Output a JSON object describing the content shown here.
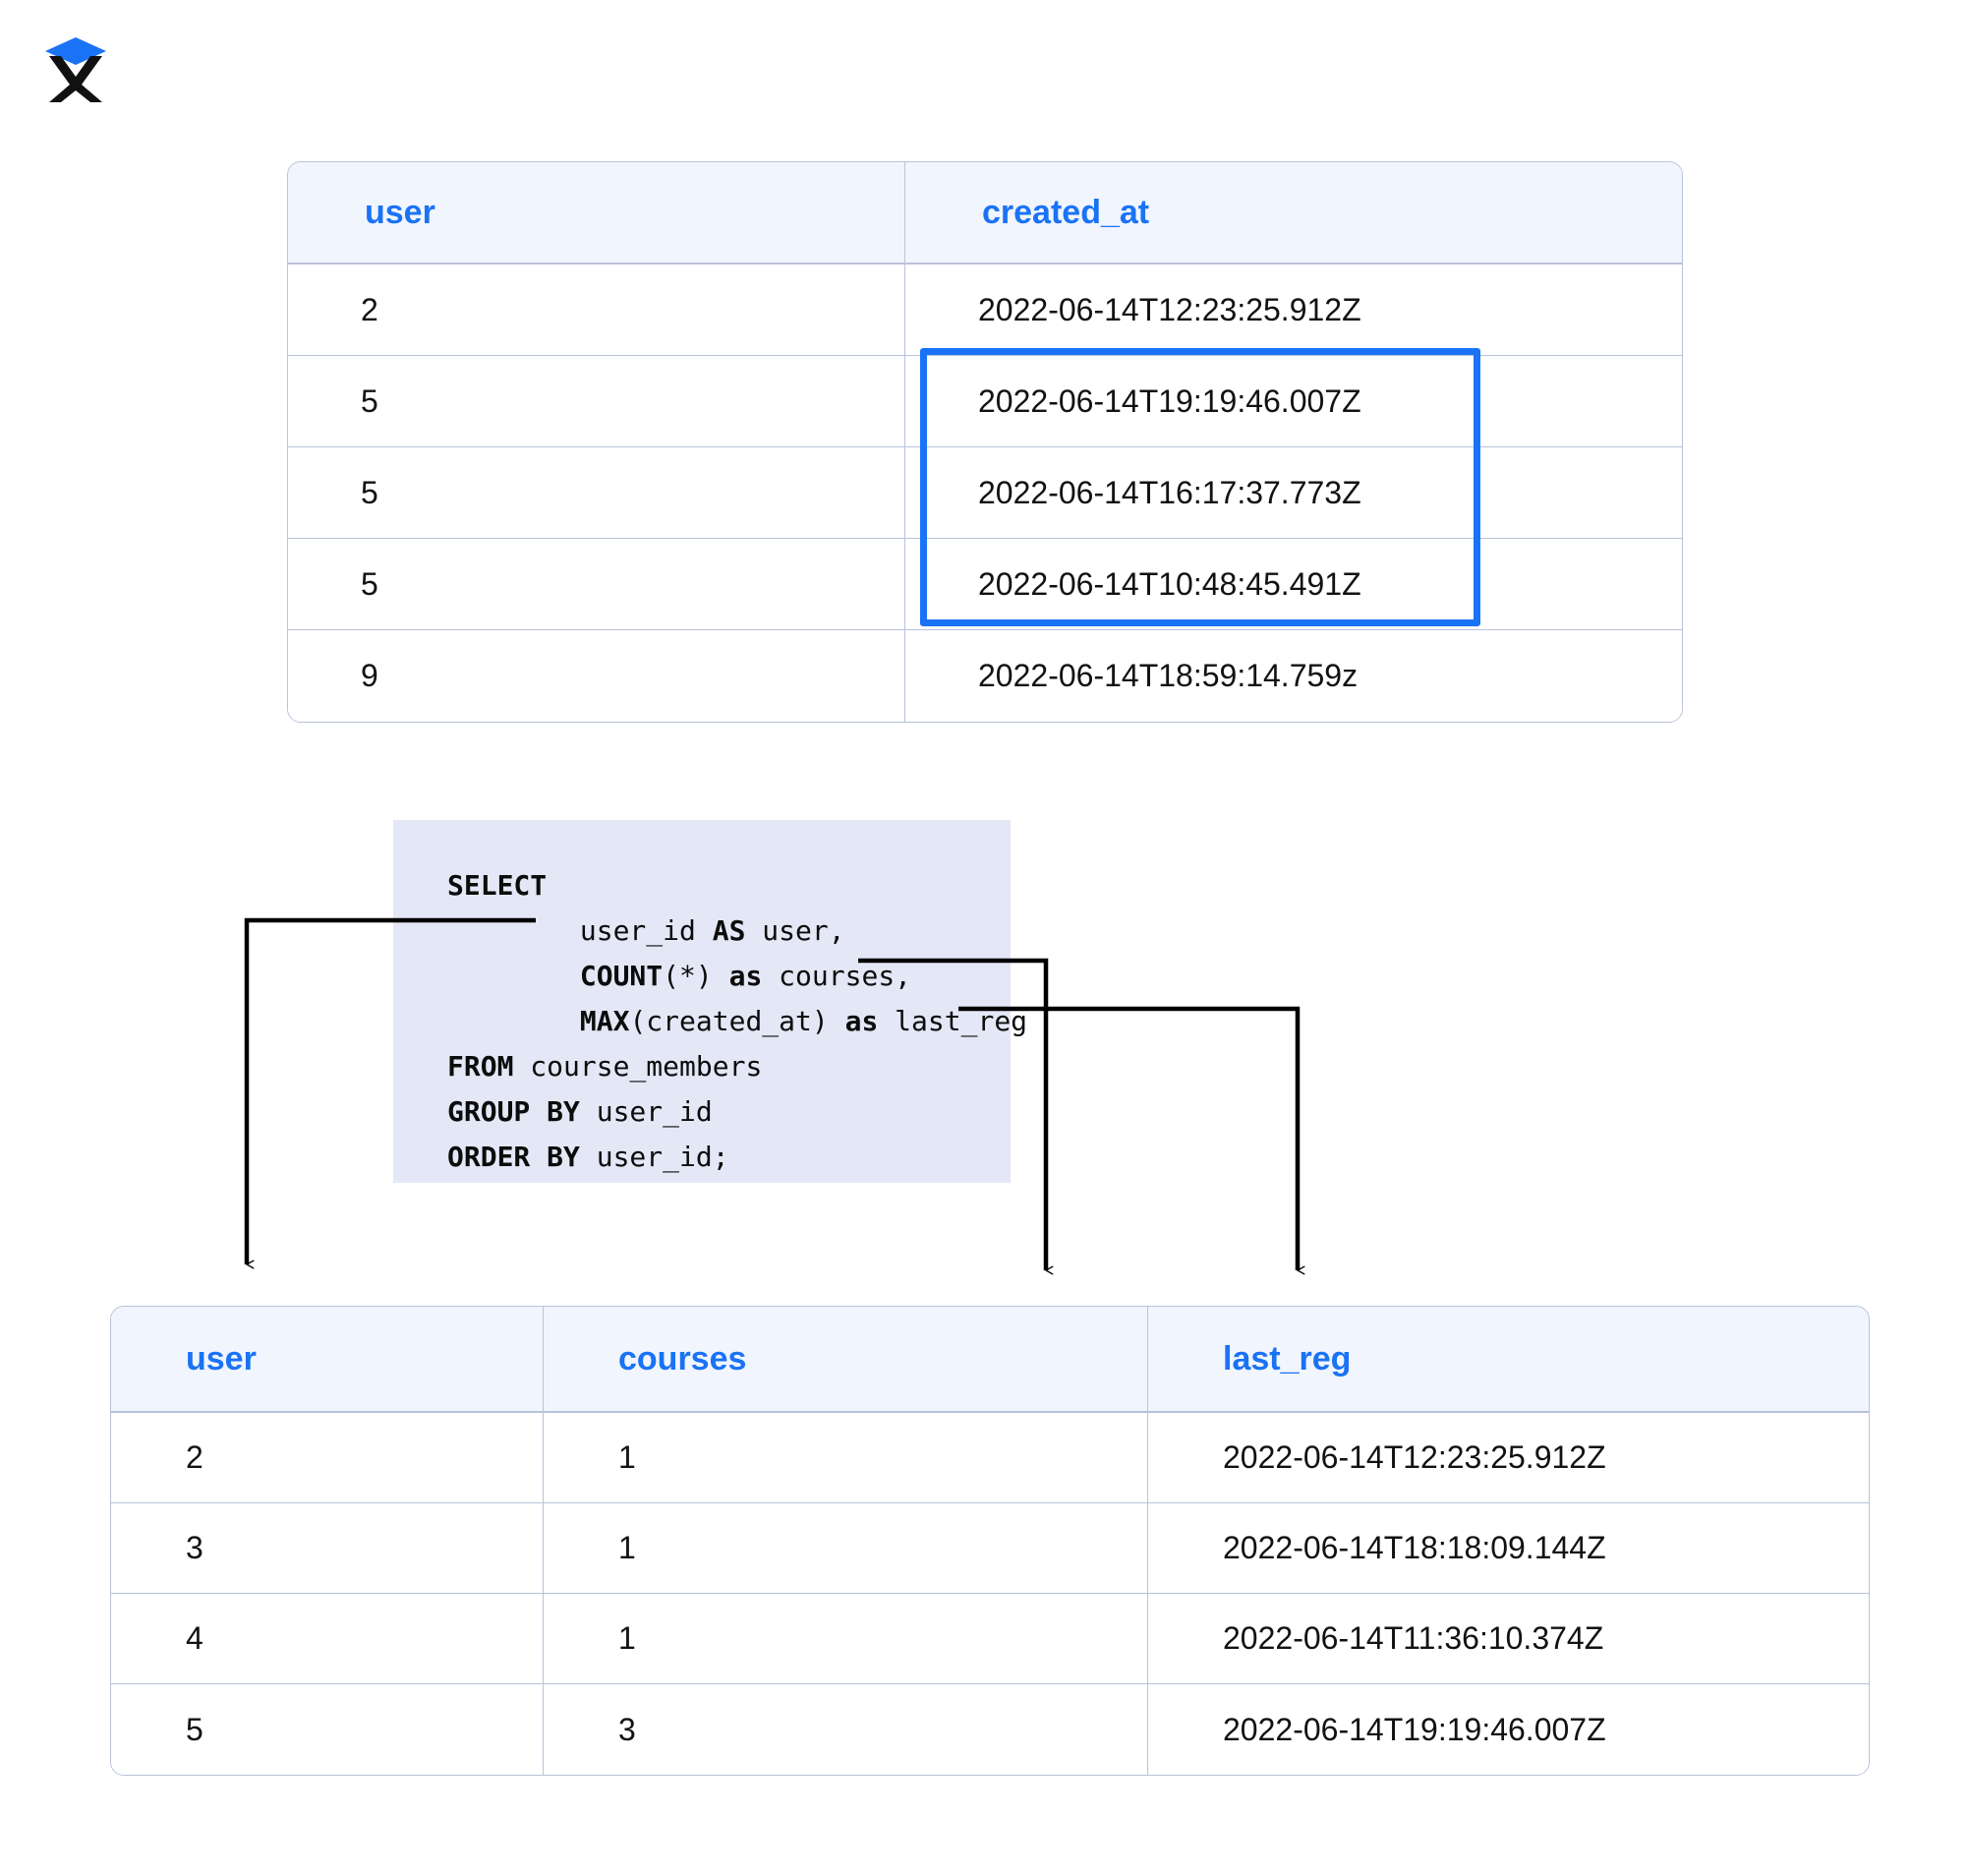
{
  "logo": {
    "name": "x-logo",
    "diamond_color": "#1a73f5",
    "letter": "X"
  },
  "theme": {
    "accent": "#1a73f5",
    "header_bg": "#f1f5fe",
    "border": "#b9c2da",
    "code_bg": "#e4e7f5",
    "highlight_border": "#1a73f5"
  },
  "source_table": {
    "name": "course_members-rows",
    "columns": [
      "user",
      "created_at"
    ],
    "rows": [
      {
        "user": "2",
        "created_at": "2022-06-14T12:23:25.912Z"
      },
      {
        "user": "5",
        "created_at": "2022-06-14T19:19:46.007Z"
      },
      {
        "user": "5",
        "created_at": "2022-06-14T16:17:37.773Z"
      },
      {
        "user": "5",
        "created_at": "2022-06-14T10:48:45.491Z"
      },
      {
        "user": "9",
        "created_at": "2022-06-14T18:59:14.759z"
      }
    ],
    "highlight": {
      "label": "max-group-highlight",
      "from_row": 1,
      "to_row": 3,
      "column": "created_at"
    }
  },
  "code": {
    "name": "sql-query",
    "language": "sql",
    "lines": [
      {
        "tokens": [
          {
            "t": "SELECT",
            "kw": true
          }
        ]
      },
      {
        "tokens": [
          {
            "t": "        user_id ",
            "kw": false
          },
          {
            "t": "AS",
            "kw": true
          },
          {
            "t": " user,",
            "kw": false
          }
        ]
      },
      {
        "tokens": [
          {
            "t": "        ",
            "kw": false
          },
          {
            "t": "COUNT",
            "kw": true
          },
          {
            "t": "(*) ",
            "kw": false
          },
          {
            "t": "as",
            "kw": true
          },
          {
            "t": " courses,",
            "kw": false
          }
        ]
      },
      {
        "tokens": [
          {
            "t": "        ",
            "kw": false
          },
          {
            "t": "MAX",
            "kw": true
          },
          {
            "t": "(created_at) ",
            "kw": false
          },
          {
            "t": "as",
            "kw": true
          },
          {
            "t": " last_reg",
            "kw": false
          }
        ]
      },
      {
        "tokens": [
          {
            "t": "FROM",
            "kw": true
          },
          {
            "t": " course_members",
            "kw": false
          }
        ]
      },
      {
        "tokens": [
          {
            "t": "GROUP BY",
            "kw": true
          },
          {
            "t": " user_id",
            "kw": false
          }
        ]
      },
      {
        "tokens": [
          {
            "t": "ORDER BY",
            "kw": true
          },
          {
            "t": " user_id;",
            "kw": false
          }
        ]
      }
    ],
    "plain_text": "SELECT\n        user_id AS user,\n        COUNT(*) as courses,\n        MAX(created_at) as last_reg\nFROM course_members\nGROUP BY user_id\nORDER BY user_id;"
  },
  "connectors": [
    {
      "name": "connector-user-id-to-user-column",
      "from": "user_id AS user",
      "to": "user"
    },
    {
      "name": "connector-count-to-courses-column",
      "from": "COUNT(*) as courses",
      "to": "courses"
    },
    {
      "name": "connector-max-to-last-reg-column",
      "from": "MAX(created_at) as last_reg",
      "to": "last_reg"
    }
  ],
  "result_table": {
    "name": "query-result-rows",
    "columns": [
      "user",
      "courses",
      "last_reg"
    ],
    "rows": [
      {
        "user": "2",
        "courses": "1",
        "last_reg": "2022-06-14T12:23:25.912Z"
      },
      {
        "user": "3",
        "courses": "1",
        "last_reg": "2022-06-14T18:18:09.144Z"
      },
      {
        "user": "4",
        "courses": "1",
        "last_reg": "2022-06-14T11:36:10.374Z"
      },
      {
        "user": "5",
        "courses": "3",
        "last_reg": "2022-06-14T19:19:46.007Z"
      }
    ]
  }
}
